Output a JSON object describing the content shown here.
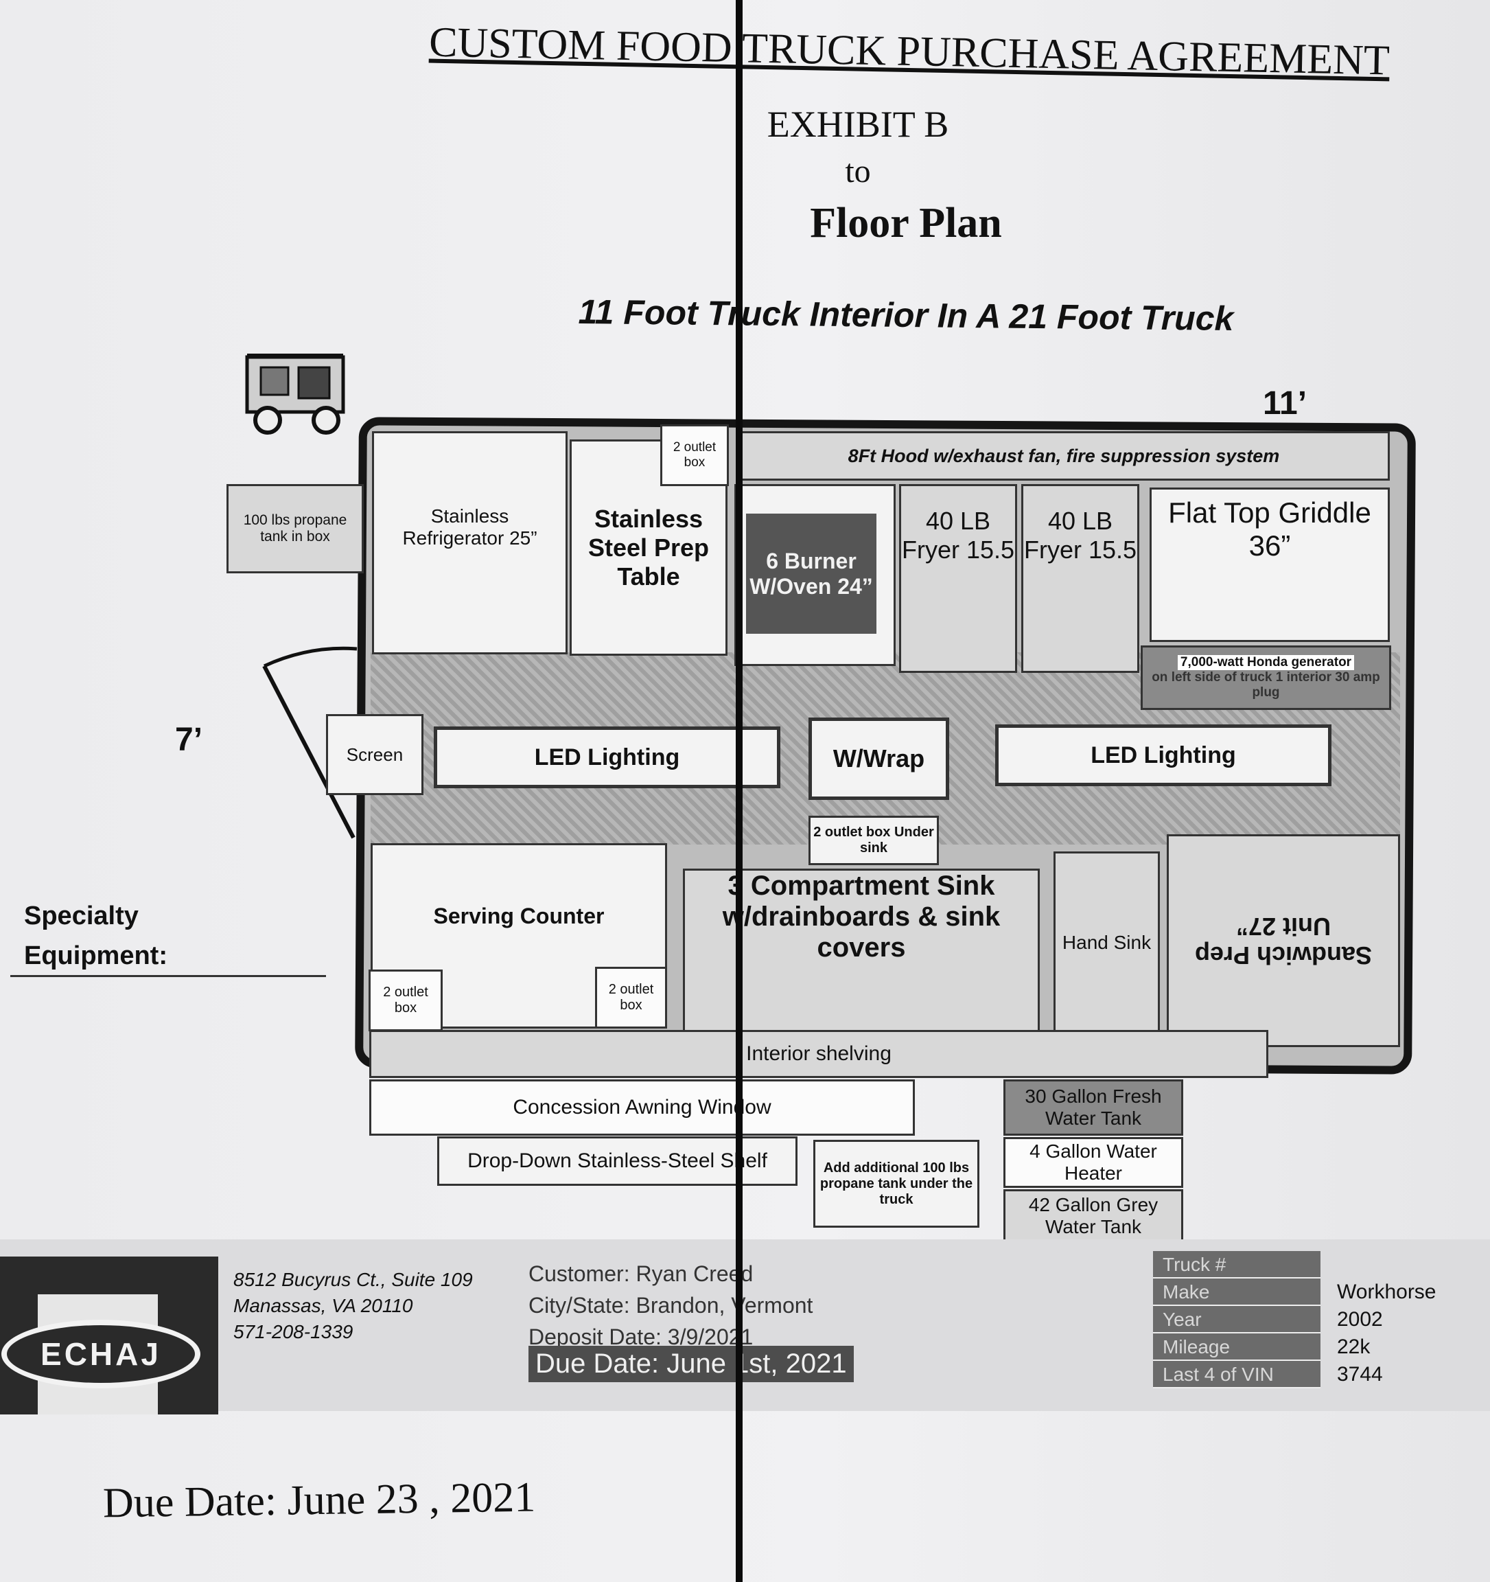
{
  "header": {
    "title": "CUSTOM FOOD TRUCK PURCHASE AGREEMENT",
    "exhibit": "EXHIBIT B",
    "to": "to",
    "plan": "Floor Plan",
    "subtitle": "11 Foot Truck Interior In A 21 Foot Truck"
  },
  "dimensions": {
    "length": "11’",
    "width": "7’"
  },
  "equipment": {
    "propane_tank": "100 lbs propane tank in box",
    "refrigerator": "Stainless Refrigerator 25”",
    "prep_table": "Stainless Steel Prep Table",
    "outlet_top": "2 outlet box",
    "hood": "8Ft Hood w/exhaust fan, fire suppression system",
    "burner": "6 Burner W/Oven 24”",
    "fryer1": "40 LB Fryer 15.5",
    "fryer2": "40 LB Fryer 15.5",
    "griddle": "Flat Top Griddle 36”",
    "generator": "7,000-watt Honda generator",
    "generator_note": "on left side of truck 1 interior 30 amp plug",
    "screen": "Screen",
    "led_left": "LED Lighting",
    "wrap": "W/Wrap",
    "led_right": "LED Lighting",
    "outlet_sink": "2 outlet box Under sink",
    "serving_counter": "Serving Counter",
    "outlet_left": "2 outlet box",
    "outlet_mid": "2 outlet box",
    "sink3": "3 Compartment Sink w/drainboards & sink covers",
    "hand_sink": "Hand Sink",
    "sandwich": "Sandwich Prep Unit 27”",
    "shelving": "Interior shelving",
    "awning": "Concession Awning Window",
    "shelf": "Drop-Down Stainless-Steel Shelf",
    "extra_propane": "Add additional 100 lbs propane tank under the truck",
    "fresh_tank": "30 Gallon Fresh Water Tank",
    "heater": "4 Gallon Water Heater",
    "grey_tank": "42 Gallon Grey Water Tank"
  },
  "specialty": {
    "line1": "Specialty",
    "line2": "Equipment:"
  },
  "footer": {
    "logo_text": "ECHAJ",
    "address1": "8512 Bucyrus Ct., Suite 109",
    "address2": "Manassas, VA 20110",
    "phone": "571-208-1339",
    "customer": "Customer: Ryan Creed",
    "city": "City/State:  Brandon, Vermont",
    "deposit": "Deposit Date: 3/9/2021",
    "due": "Due Date: June 1st, 2021",
    "truck_table": [
      {
        "key": "Truck #",
        "value": ""
      },
      {
        "key": "Make",
        "value": "Workhorse"
      },
      {
        "key": "Year",
        "value": "2002"
      },
      {
        "key": "Mileage",
        "value": "22k"
      },
      {
        "key": "Last 4 of VIN",
        "value": "3744"
      }
    ]
  },
  "handwritten_due": "Due Date: June 23 , 2021"
}
